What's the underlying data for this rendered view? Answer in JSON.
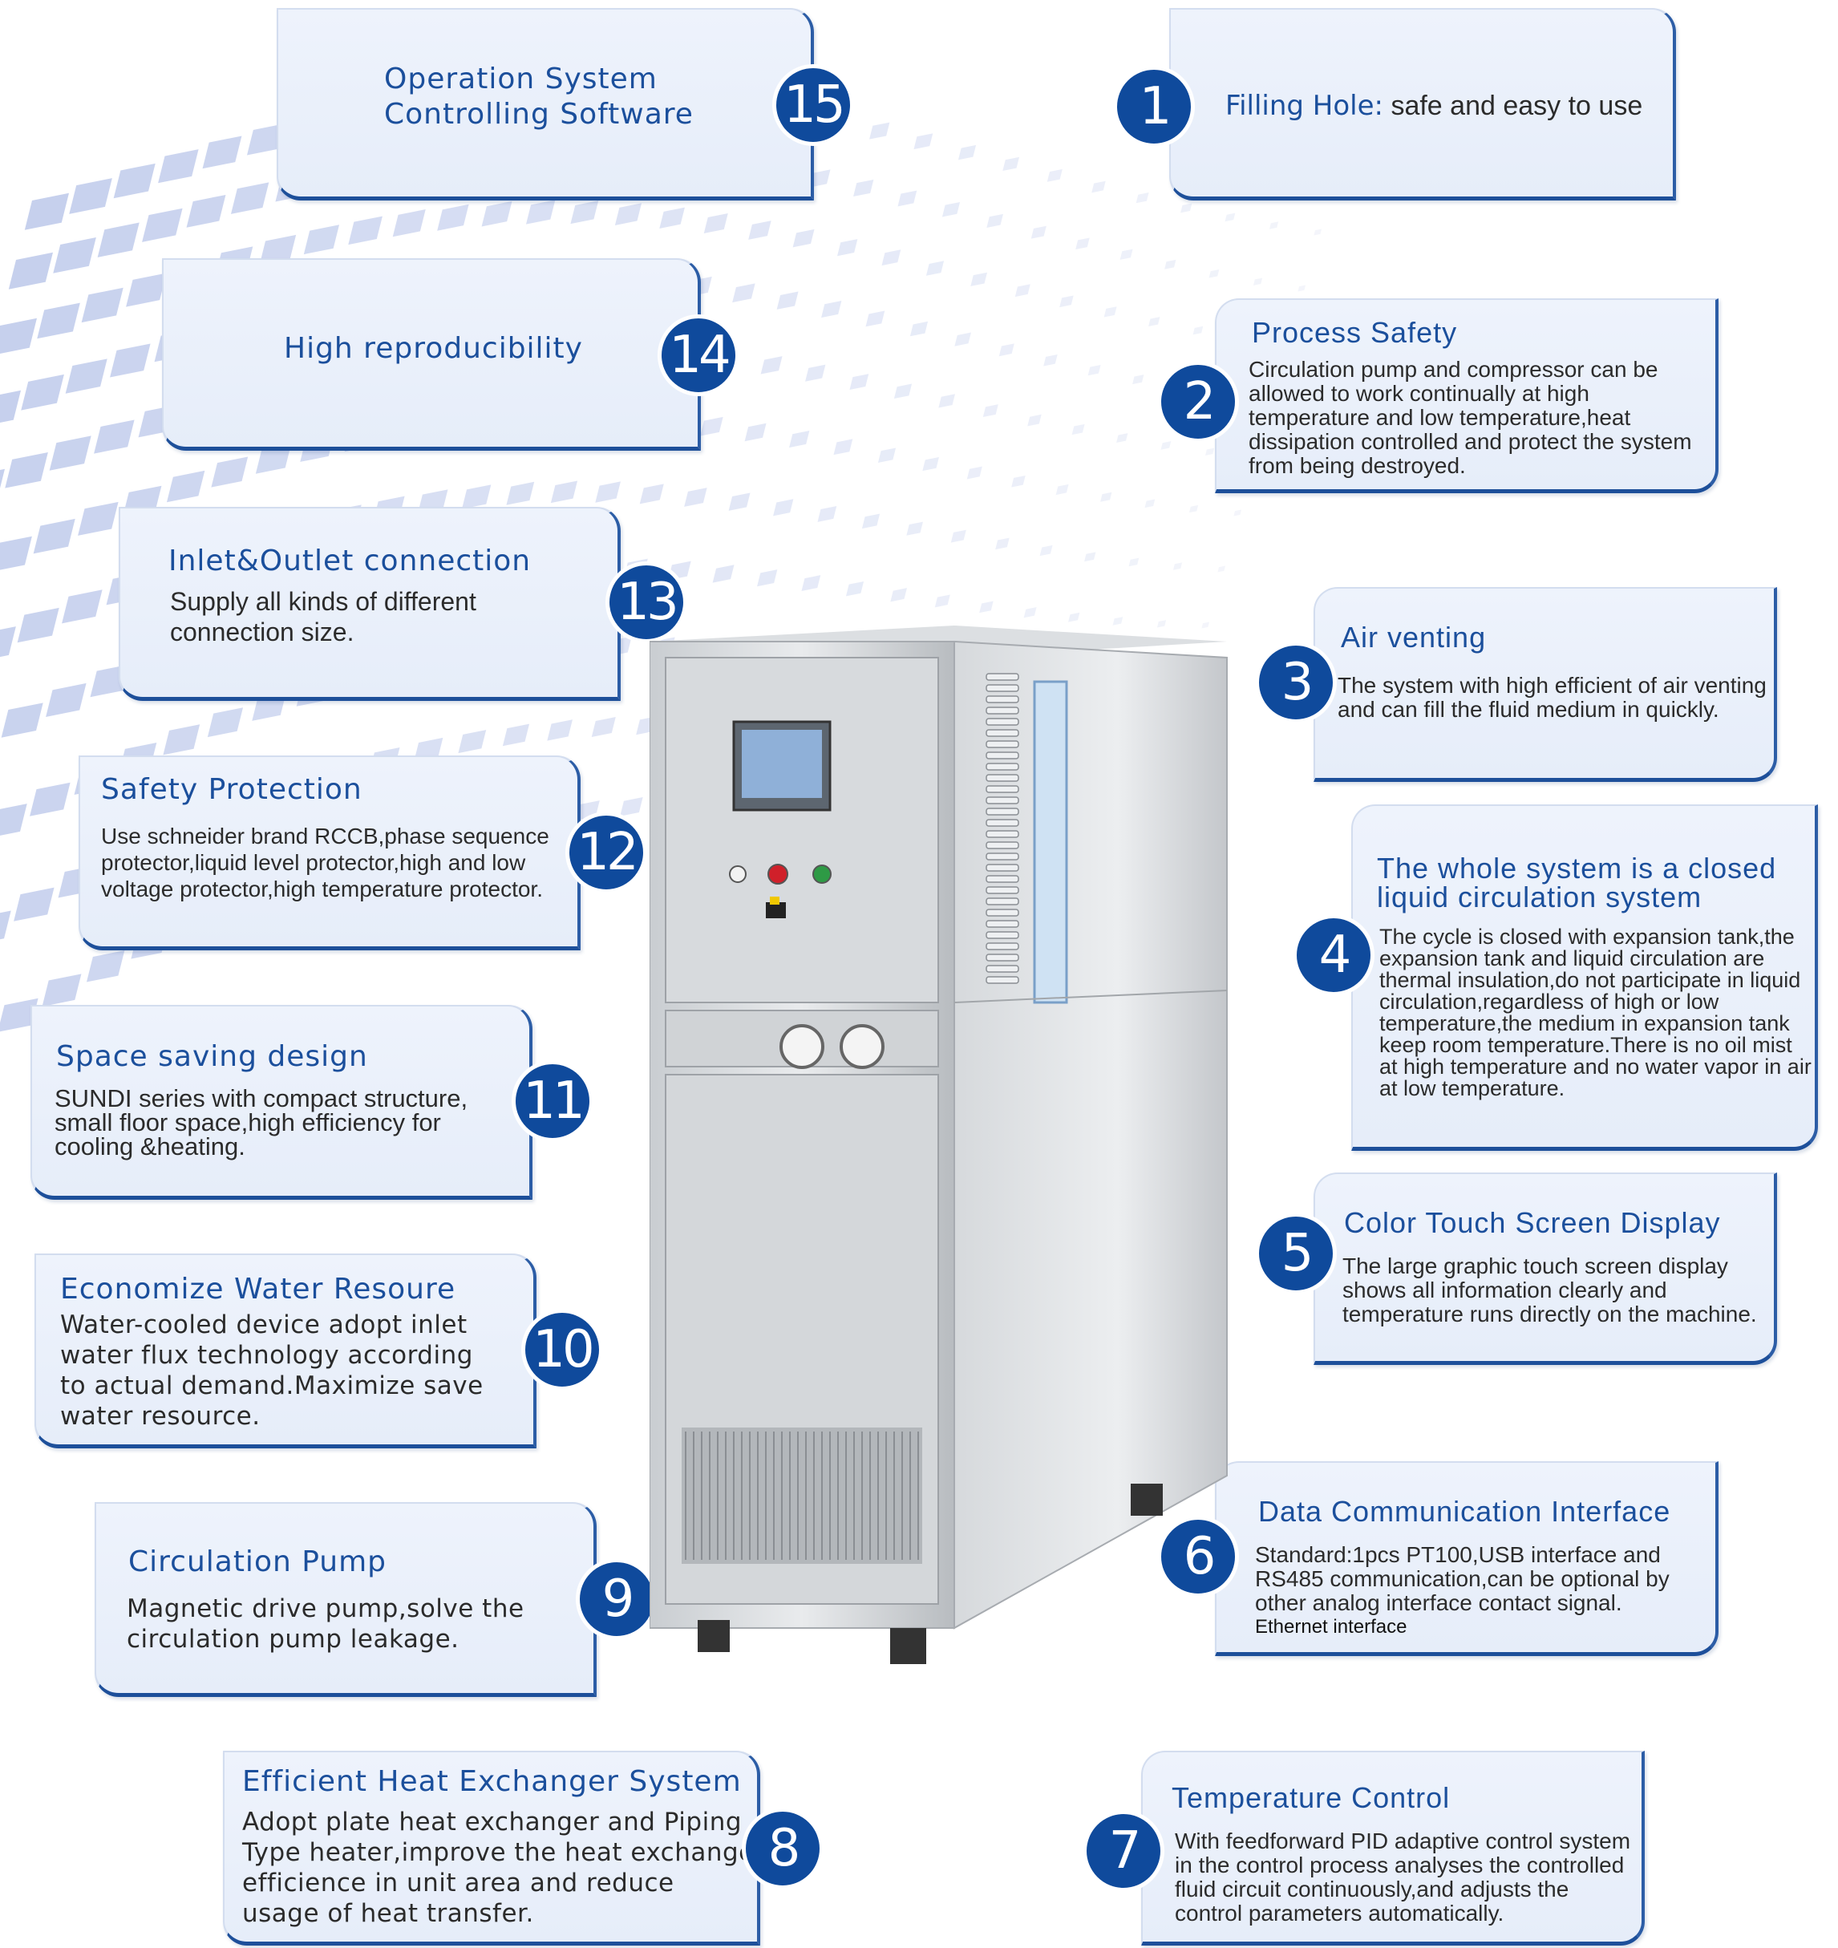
{
  "features": [
    {
      "n": "15",
      "title": "Operation System Controlling Software",
      "desc": ""
    },
    {
      "n": "1",
      "title": "Filling Hole:",
      "desc": "safe and easy to use"
    },
    {
      "n": "14",
      "title": "High reproducibility",
      "desc": ""
    },
    {
      "n": "2",
      "title": "Process Safety",
      "desc": "Circulation pump and compressor can be allowed to work continually at high temperature and low temperature,heat dissipation controlled and protect the system from being destroyed."
    },
    {
      "n": "13",
      "title": "Inlet&Outlet connection",
      "desc": "Supply all kinds of different connection size."
    },
    {
      "n": "3",
      "title": "Air venting",
      "desc": "The system with high efficient of air venting and can fill the fluid medium in quickly."
    },
    {
      "n": "12",
      "title": "Safety Protection",
      "desc": "Use schneider brand RCCB,phase sequence protector,liquid level protector,high and low voltage protector,high temperature protector."
    },
    {
      "n": "4",
      "title": "The whole system is a closed liquid circulation system",
      "desc": "The cycle is closed with expansion tank,the expansion tank and liquid circulation are thermal insulation,do not participate in liquid circulation,regardless of high or low temperature,the medium in expansion tank keep room temperature.There is no oil mist at high temperature and no water vapor in air at low temperature."
    },
    {
      "n": "11",
      "title": "Space saving design",
      "desc": "SUNDI series with compact structure, small floor space,high efficiency for cooling &heating."
    },
    {
      "n": "5",
      "title": "Color Touch Screen Display",
      "desc": "The large graphic touch screen display shows all information clearly and temperature runs directly on the machine."
    },
    {
      "n": "10",
      "title": "Economize Water Resoure",
      "desc": "Water-cooled device adopt inlet water flux technology according to actual demand.Maximize save water resource."
    },
    {
      "n": "6",
      "title": "Data Communication Interface",
      "desc": "Standard:1pcs PT100,USB interface and RS485 communication,can be optional by other analog interface  contact signal.",
      "extra": "Ethernet interface"
    },
    {
      "n": "9",
      "title": "Circulation Pump",
      "desc": "Magnetic drive pump,solve the circulation pump leakage."
    },
    {
      "n": "8",
      "title": "Efficient Heat Exchanger System",
      "desc": "Adopt plate heat exchanger and Piping Type heater,improve the heat exchange efficience in unit area and reduce usage of heat transfer."
    },
    {
      "n": "7",
      "title": "Temperature Control",
      "desc": "With feedforward PID adaptive control system in the control process analyses the controlled fluid circuit continuously,and adjusts the control parameters automatically."
    }
  ],
  "colors": {
    "accent": "#1b4f9c",
    "badge": "#0f4a9c",
    "card_bg": "#e9effa",
    "wave": "#b9c6ea"
  }
}
